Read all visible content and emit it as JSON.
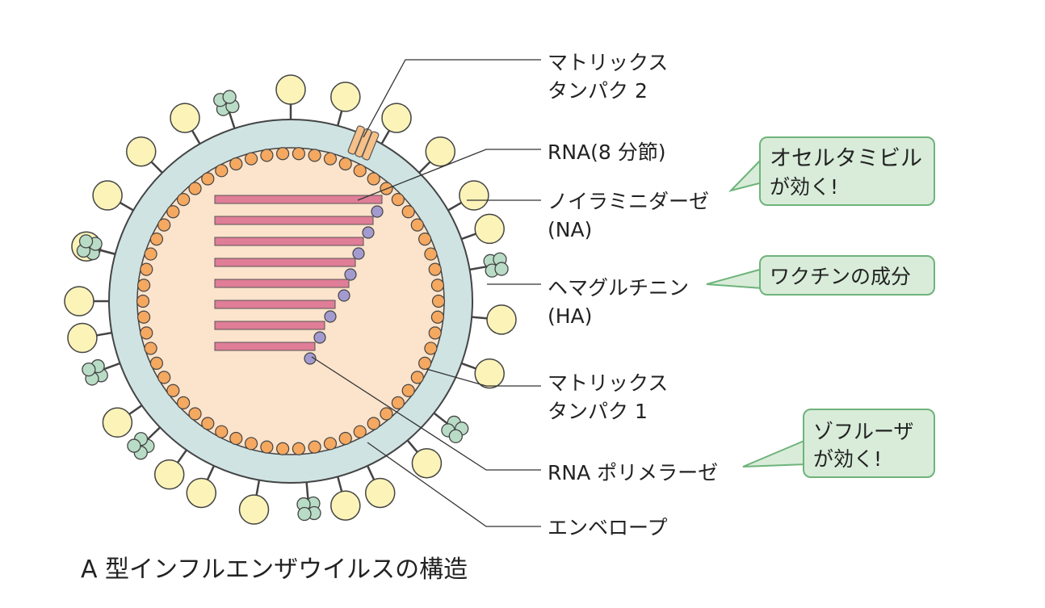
{
  "labels": {
    "matrix2": [
      "マトリックス",
      "タンパク 2"
    ],
    "rna": "RNA(8 分節)",
    "na": [
      "ノイラミニダーゼ",
      "(NA)"
    ],
    "ha": [
      "ヘマグルチニン",
      "(HA)"
    ],
    "matrix1": [
      "マトリックス",
      "タンパク 1"
    ],
    "polymerase": "RNA ポリメラーゼ",
    "envelope": "エンベロープ"
  },
  "callouts": {
    "oseltamivir": [
      "オセルタミビル",
      "が効く!"
    ],
    "vaccine": "ワクチンの成分",
    "xofluza": [
      "ゾフルーザ",
      "が効く!"
    ]
  },
  "caption": "A 型インフルエンザウイルスの構造",
  "colors": {
    "envelope": "#cfe3e3",
    "core": "#fbe3cc",
    "matrix1": "#f4a860",
    "rna": "#e07d97",
    "polymerase": "#a39bd0",
    "ha": "#fbf3b8",
    "na": "#b9dcc6",
    "matrix2": "#f6c088",
    "callout_fill": "#d8ecd9",
    "callout_stroke": "#6fb37a"
  },
  "icons": {
    "virus": "influenza-virion",
    "ha_spike": "hemagglutinin-spike",
    "na_spike": "neuraminidase-spike"
  }
}
